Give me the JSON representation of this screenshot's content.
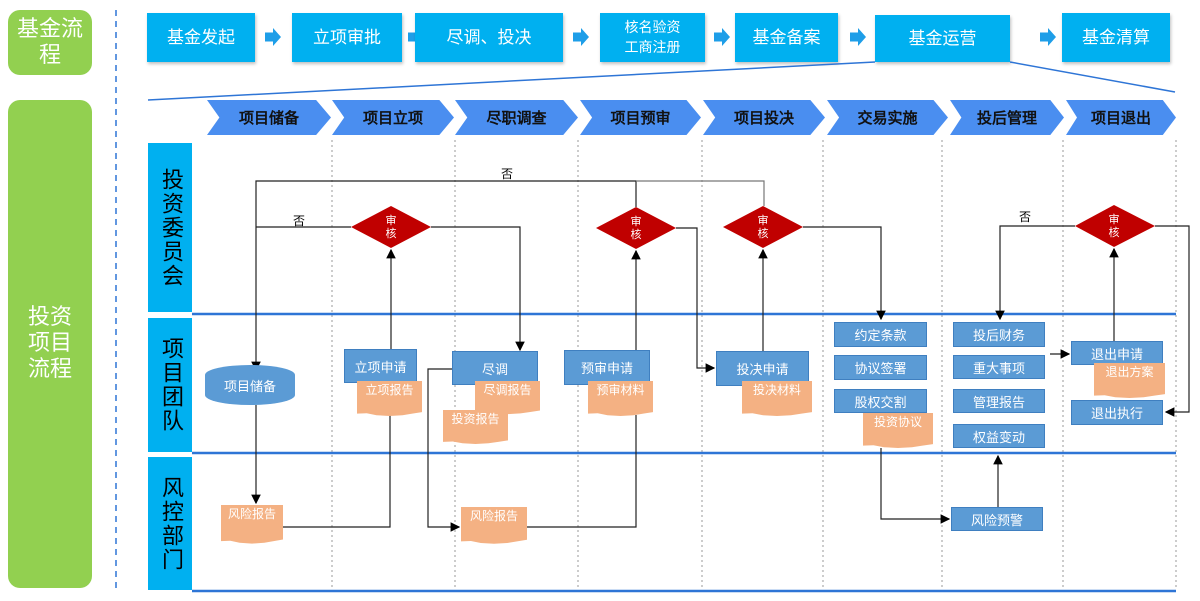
{
  "left_labels": {
    "fund_flow": "基金流程",
    "project_flow": "投资项目流程"
  },
  "fund_steps": [
    "基金发起",
    "立项审批",
    "尽调、投决",
    "核名验资\n工商注册",
    "基金备案",
    "基金运营",
    "基金清算"
  ],
  "stages": [
    "项目储备",
    "项目立项",
    "尽职调查",
    "项目预审",
    "项目投决",
    "交易实施",
    "投后管理",
    "项目退出"
  ],
  "lanes": [
    "投资委员会",
    "项目团队",
    "风控部门"
  ],
  "decision_label": "审核",
  "reject_label": "否",
  "processes": {
    "project_reserve": "项目储备",
    "approval_request": "立项申请",
    "due_diligence": "尽调",
    "prereview_request": "预审申请",
    "decision_request": "投决申请",
    "agreed_terms": "约定条款",
    "agreement_signing": "协议签署",
    "equity_delivery": "股权交割",
    "post_finance": "投后财务",
    "major_events": "重大事项",
    "management_report": "管理报告",
    "equity_change": "权益变动",
    "exit_request": "退出申请",
    "exit_execution": "退出执行",
    "risk_warning": "风险预警"
  },
  "documents": {
    "approval_report": "立项报告",
    "dd_report": "尽调报告",
    "investment_report": "投资报告",
    "prereview_material": "预审材料",
    "decision_material": "投决材料",
    "investment_agreement": "投资协议",
    "exit_plan": "退出方案",
    "risk_report_1": "风险报告",
    "risk_report_2": "风险报告"
  },
  "colors": {
    "fund_box": "#00b0f0",
    "green": "#92d050",
    "stage": "#4a8ef0",
    "process": "#5b9bd5",
    "document": "#f4b183",
    "decision": "#c00000",
    "lane_line": "#2e75d6"
  }
}
